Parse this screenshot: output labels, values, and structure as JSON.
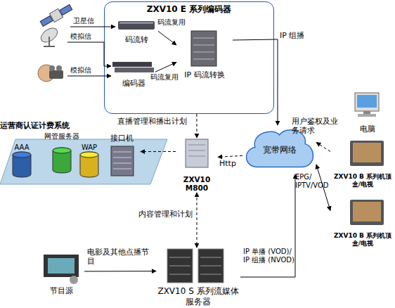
{
  "diagram": {
    "nodes": [
      {
        "text": [
          "ZXV10 E 系列编码器"
        ]
      },
      {
        "text": [
          "码流转"
        ],
        "in": 0
      },
      {
        "text": [
          "编码器"
        ],
        "in": 0
      },
      {
        "text": [
          "IP 码流转换"
        ],
        "in": 0
      },
      {
        "text": [
          "运营商认证计费系统"
        ]
      },
      {
        "text": [
          "AAA"
        ],
        "in": 4
      },
      {
        "text": [
          "网管服务器"
        ],
        "in": 4
      },
      {
        "text": [
          "WAP"
        ],
        "in": 4
      },
      {
        "text": [
          "接口机"
        ],
        "in": 4
      },
      {
        "text": [
          "ZXV10 M800"
        ]
      },
      {
        "text": [
          "宽带网络"
        ]
      },
      {
        "text": [
          "电脑"
        ]
      },
      {
        "text": [
          "ZXV10 B 系列机顶盒/电视"
        ]
      },
      {
        "text": [
          "ZXV10 B 系列机顶盒/电视"
        ]
      },
      {
        "text": [
          "节目源"
        ]
      },
      {
        "text": [
          "ZXV10 S 系列流媒体服务器"
        ]
      }
    ],
    "edges": [
      {
        "from": 1,
        "to": 3,
        "arrow": "to",
        "label": "码流复用"
      },
      {
        "from": 2,
        "to": 3,
        "arrow": "to",
        "label": "码流复用"
      },
      {
        "from": 3,
        "to": 10,
        "arrow": "to",
        "label": "IP 组播"
      },
      {
        "from": 0,
        "to": 9,
        "arrow": "to",
        "label": "直播管理和播出计划"
      },
      {
        "from": 9,
        "to": 8,
        "arrow": "to"
      },
      {
        "from": 10,
        "to": 9,
        "arrow": "to",
        "label": "Http"
      },
      {
        "from": 12,
        "to": 10,
        "arrow": "to",
        "label": "用户鉴权及业务请求"
      },
      {
        "from": 10,
        "to": 13,
        "arrow": "both",
        "label": "EPG/ IPTV/VOD"
      },
      {
        "from": 9,
        "to": 15,
        "arrow": "both",
        "label": "内容管理和计划"
      },
      {
        "from": 14,
        "to": 15,
        "arrow": "to",
        "label": "电影及其他点播节目"
      },
      {
        "from": 15,
        "to": 10,
        "arrow": "to",
        "label": "IP 单播 (VOD)/ IP 组播 (NVOD)"
      }
    ],
    "labels": [
      "卫星信",
      "模拟信",
      "模拟信"
    ]
  }
}
